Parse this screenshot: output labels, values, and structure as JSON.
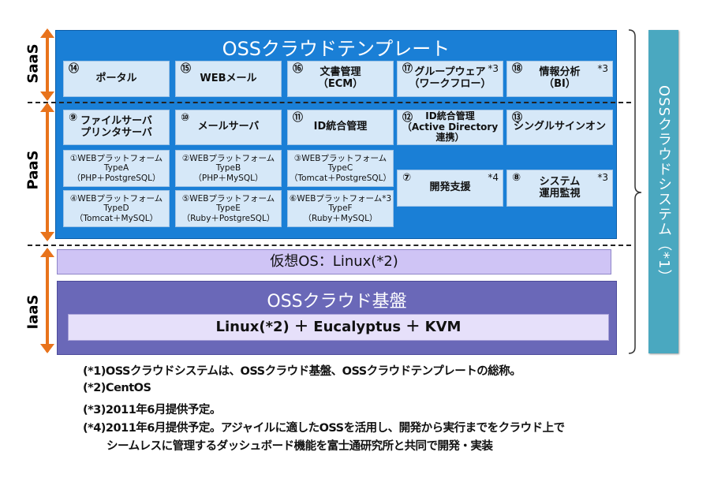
{
  "layers": {
    "saas": "SaaS",
    "paas": "PaaS",
    "iaas": "IaaS"
  },
  "template": {
    "title": "OSSクラウドテンプレート",
    "saas": [
      {
        "num": "⑭",
        "label": "ポータル",
        "note": ""
      },
      {
        "num": "⑮",
        "label": "WEBメール",
        "note": ""
      },
      {
        "num": "⑯",
        "label": "文書管理\n（ECM）",
        "note": ""
      },
      {
        "num": "⑰",
        "label": "グループウェア\n（ワークフロー）",
        "note": "*3"
      },
      {
        "num": "⑱",
        "label": "情報分析\n（BI）",
        "note": "*3"
      }
    ],
    "paas_row1": [
      {
        "num": "⑨",
        "label": "ファイルサーバ\nプリンタサーバ"
      },
      {
        "num": "⑩",
        "label": "メールサーバ"
      },
      {
        "num": "⑪",
        "label": "ID統合管理"
      },
      {
        "num": "⑫",
        "label": "ID統合管理\n（Active Directory連携）"
      },
      {
        "num": "⑬",
        "label": "シングルサインオン"
      }
    ],
    "web_platforms": [
      "①WEBプラットフォーム\nTypeA\n（PHP＋PostgreSQL）",
      "②WEBプラットフォーム\nTypeB\n（PHP＋MySQL）",
      "③WEBプラットフォーム\nTypeC\n（Tomcat＋PostgreSQL）",
      "④WEBプラットフォーム\nTypeD\n（Tomcat＋MySQL）",
      "⑤WEBプラットフォーム\nTypeE\n（Ruby＋PostgreSQL）",
      "⑥WEBプラットフォーム*3\nTypeF\n（Ruby＋MySQL）"
    ],
    "paas_right": [
      {
        "num": "⑦",
        "label": "開発支援",
        "note": "*4"
      },
      {
        "num": "⑧",
        "label": "システム\n運用監視",
        "note": "*3"
      }
    ]
  },
  "virtual_os": "仮想OS：Linux(*2)",
  "base": {
    "title": "OSSクラウド基盤",
    "stack": "Linux(*2) ＋ Eucalyptus ＋ KVM"
  },
  "system_label": "OSSクラウドシステム（*1）",
  "footnotes": [
    "(*1)OSSクラウドシステムは、OSSクラウド基盤、OSSクラウドテンプレートの総称。",
    "(*2)CentOS",
    "(*3)2011年6月提供予定。",
    "(*4)2011年6月提供予定。アジャイルに適したOSSを活用し、開発から実行までをクラウド上で",
    "シームレスに管理するダッシュボード機能を富士通研究所と共同で開発・実装"
  ],
  "colors": {
    "template": "#1a7fd6",
    "arrow": "#e8731c",
    "base": "#6a68b8",
    "system": "#4aa8c0"
  }
}
